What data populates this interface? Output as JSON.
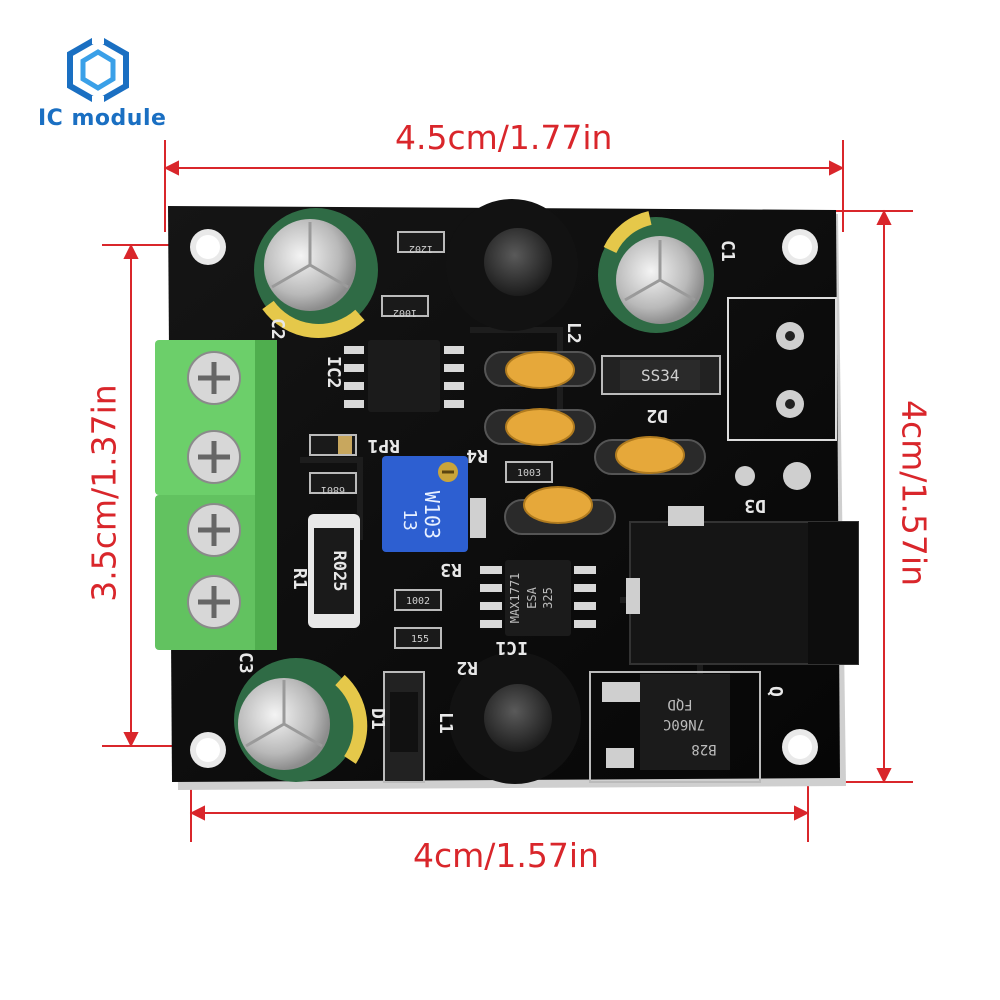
{
  "brand": {
    "label": "IC module",
    "icon": "hexagon-logo-icon",
    "color": "#1a6fc2"
  },
  "dimensions": {
    "top": "4.5cm/1.77in",
    "bottom": "4cm/1.57in",
    "left": "3.5cm/1.37in",
    "right": "4cm/1.57in",
    "color": "#d9262b"
  },
  "board": {
    "colors": {
      "pcb": "#0d0d0d",
      "terminal": "#6ccf6a",
      "capacitor": "#2f6b45",
      "silk": "#e8e8e8"
    },
    "silkscreen": {
      "c1": "C1",
      "c2": "C2",
      "c3": "C3",
      "ic1": "IC1",
      "ic2": "IC2",
      "rp1": "RP1",
      "r1": "R1",
      "r2": "R2",
      "r3": "R3",
      "r4": "R4",
      "d1": "D1",
      "d2": "D2",
      "d3": "D3",
      "q": "Q",
      "l1": "L1",
      "l2": "L2"
    },
    "components": {
      "diode_d2": "SS34",
      "shunt_resistor": "R025",
      "pot_code": "W103",
      "pot_num": "13",
      "ic_main": "MAX1771",
      "ic_main_code": "ESA",
      "ic_main_date": "325",
      "mosfet_top": "B28",
      "mosfet_line1": "FQD",
      "mosfet_line2": "7N60C",
      "res_1002a": "1002",
      "res_1002b": "1002",
      "res_1003": "1003",
      "res_6801": "6801",
      "res_155": "155",
      "res_1202": "1202"
    }
  }
}
